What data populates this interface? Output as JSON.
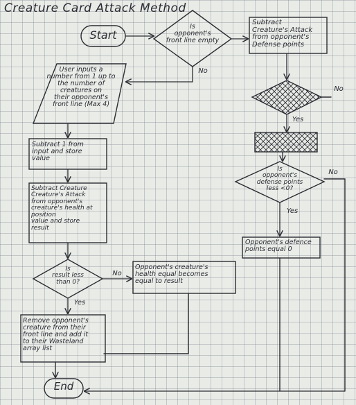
{
  "title": "Creature Card Attack Method",
  "nodes": {
    "start": "Start",
    "decision_front_line": "Is\nopponent's\nfront line empty",
    "subtract_defense": "Subtract\nCreature's Attack\nfrom opponent's\nDefense points",
    "user_input": "User inputs a\nnumber from 1 up to\nthe number of\ncreatures on\ntheir opponent's\nfront line (Max 4)",
    "subtract_one": "Subtract 1 from\ninput and store\nvalue",
    "subtract_attack": "Subtract Creature\nCreature's Attack\nfrom opponent's\ncreature's health at position\nvalue and store\nresult",
    "decision_result": "Is\nresult less\nthan 0?",
    "health_equal": "Opponent's creature's\nhealth equal becomes\nequal to result",
    "remove_creature": "Remove opponent's\ncreature from their\nfront line and add it\nto their Wasteland\narray list",
    "decision_defense": "Is\nopponent's\ndefense points\nless <0?",
    "defense_equal": "Opponent's defence\npoints equal 0",
    "end": "End"
  },
  "edge_labels": {
    "no_front": "No",
    "no_crossed": "No",
    "yes_crossed": "Yes",
    "yes_defense": "Yes",
    "no_defense": "No",
    "no_result": "No",
    "yes_result": "Yes"
  }
}
